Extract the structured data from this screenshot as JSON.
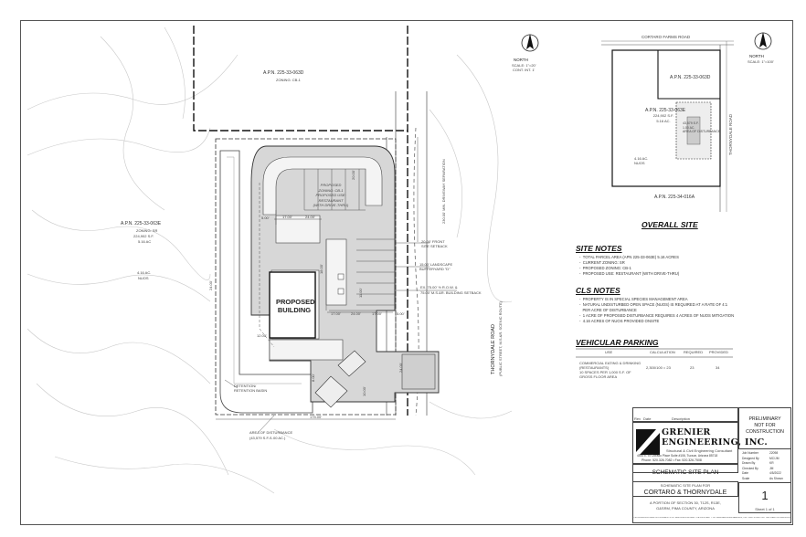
{
  "site_plan": {
    "parcels": {
      "north": {
        "apn": "A.P.N. 225-33-063D",
        "zoning": "ZONING: CB-1"
      },
      "west": {
        "apn": "A.P.N. 225-33-063E",
        "zoning": "ZONING: SR",
        "area_sf": "224,902 S.F.",
        "area_ac": "5.16 AC",
        "nuos": "4.16 AC.",
        "nuos_label": "NUOS"
      }
    },
    "north_arrow_main": {
      "label": "NORTH",
      "scale": "SCALE: 1\"=20'",
      "cont": "CONT. INT. 1'"
    },
    "building_label": [
      "PROPOSED",
      "BUILDING"
    ],
    "restaurant_note": [
      "PROPOSED",
      "ZONING: CB-1",
      "PROPOSED USE:",
      "RESTAURANT",
      "(WITH DRIVE-THRU)"
    ],
    "annotations": {
      "front_setback": [
        "20.00' FRONT",
        "SITE SETBACK"
      ],
      "landscape": [
        "15.00' LANDSCAPE",
        "BUFFERYARD \"D\""
      ],
      "row": [
        "EX. 75.00' ½ R.O.W. &",
        "75.00' M.S.&R. BUILDING SETBACK"
      ],
      "driveway": "230.00' MIN. DRIVEWAY SEPARATION",
      "detention": [
        "DETENTION/",
        "RETENTION BASIN"
      ],
      "disturbance": [
        "AREA OF DISTURBANCE",
        "(43,579 S.F./1.00 AC.)"
      ],
      "dim_175": "175.00'",
      "dim_24a": "24.00'",
      "dim_17": "17.00'",
      "dim_24": "24.00'",
      "dim_18": "18.00'",
      "dim_12": "12.00'",
      "dim_5": "5.00'",
      "dim_20": "20.00'",
      "dim_11": "11.00'",
      "dim_10": "10.00'",
      "dim_8": "8.00'"
    },
    "road": {
      "name": "THORNYDALE ROAD",
      "sub": "(PUBLIC STREET, M.S.&R. SCENIC ROUTE)"
    }
  },
  "overall_site": {
    "road_top": "CORTARO FARMS ROAD",
    "road_side": "THORNYDALE ROAD",
    "north_arrow": {
      "label": "NORTH",
      "scale": "SCALE: 1\"=100'"
    },
    "parcel_d": "A.P.N. 225-33-063D",
    "parcel_e": {
      "apn": "A.P.N. 225-33-063E",
      "sf": "224,902 S.F.",
      "ac": "5.16 AC."
    },
    "inner_area": {
      "sf": "43,579 S.F.",
      "ac": "1.00 AC.",
      "label": "AREA OF DISTURBANCE"
    },
    "nuos": {
      "ac": "4.16 AC.",
      "label": "NUOS"
    },
    "parcel_south": "A.P.N. 225-34-016A",
    "title": "OVERALL SITE"
  },
  "site_notes": {
    "title": "SITE NOTES",
    "items": [
      "TOTAL PARCEL AREA (APN 225-33-063E) 5.16 ACRES",
      "CURRENT ZONING: SR",
      "PROPOSED ZONING: CB-1",
      "PROPOSED USE: RESTAURANT (WITH DRIVE-THRU)"
    ]
  },
  "cls_notes": {
    "title": "CLS NOTES",
    "items": [
      "PROPERTY IS IN SPECIAL SPECIES MANAGEMENT AREA",
      "NATURAL UNDISTURBED OPEN SPACE (NUOS) IS REQUIRED AT A RATE OF 4:1",
      "PER ACRE OF DISTURBANCE",
      "1 ACRE OF PROPOSED DISTURBANCE REQUIRES 4 ACRES OF NUOS MITIGATION",
      "4.16 ACRES OF NUOS PROVIDED ONSITE"
    ]
  },
  "parking": {
    "title": "VEHICULAR PARKING",
    "headers": [
      "USE",
      "CALCULATION",
      "REQUIRED",
      "PROVIDED"
    ],
    "use": [
      "COMMERCIAL EATING & DRINKING",
      "(RESTAURANTS)",
      "10 SPACES PER 1,000 S.F. OF",
      "GROSS FLOOR AREA"
    ],
    "calculation": "2,300/100 = 23",
    "required": "23",
    "provided": "34"
  },
  "title_block": {
    "firm_line1": "GRENIER",
    "firm_line2": "ENGINEERING, INC.",
    "firm_sub": "Structural & Civil Engineering Consultant",
    "address": "4000 E. El Dorado Place Suite #106, Tucson, Arizona 85718",
    "phone": "Phone: 520.326.7082  •  Fax: 520.326.7508",
    "sheet_name": "SCHEMATIC SITE PLAN",
    "project_line1": "SCHEMATIC SITE PLAN FOR",
    "project_line2": "CORTARO & THORNYDALE",
    "location_line1": "A PORTION OF SECTION 30, T12S, R13E,",
    "location_line2": "G&SRM, PIMA COUNTY, ARIZONA",
    "status": [
      "PRELIMINARY",
      "NOT FOR",
      "CONSTRUCTION"
    ],
    "sheet_number": "1",
    "sheet_of": "Sheet 1 of 1",
    "rev_headers": [
      "Rev",
      "Date",
      "Description"
    ],
    "job_fields": [
      [
        "Job Number",
        "22098"
      ],
      [
        "Designed By",
        "MC/JM"
      ],
      [
        "Drawn By",
        "KR"
      ],
      [
        "Checked By",
        "JM"
      ],
      [
        "Date",
        "4/5/2022"
      ],
      [
        "Scale",
        "As Shown"
      ]
    ],
    "footer": "THE DRAWINGS ARE INSTRUMENTS OF SERVICE AND ARE THE PROPERTY OF GRENIER ENGINEERING, INC. AND SHALL NOT BE USED OR REPRODUCED WITHOUT WRITTEN PERMISSION"
  }
}
